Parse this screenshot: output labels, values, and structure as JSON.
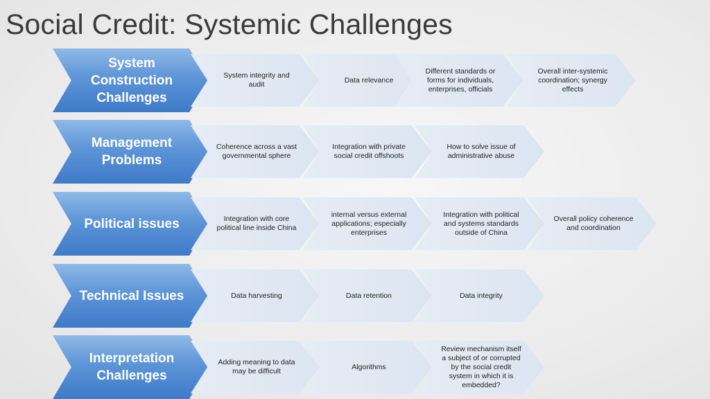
{
  "title": "Social Credit: Systemic Challenges",
  "rows": [
    {
      "header": "System Construction Challenges",
      "items": [
        "System integrity and audit",
        "Data relevance",
        "Different standards or forms for individuals, enterprises, officials",
        "Overall inter-systemic coordination; synergy effects"
      ]
    },
    {
      "header": "Management Problems",
      "items": [
        "Coherence across a vast governmental sphere",
        "Integration with private social credit offshoots",
        "How to solve issue of administrative abuse"
      ]
    },
    {
      "header": "Political issues",
      "items": [
        "Integration with core political line inside China",
        "internal versus external applications; especially enterprises",
        "Integration with political and systems standards outside of China",
        "Overall policy coherence and coordination"
      ]
    },
    {
      "header": "Technical Issues",
      "items": [
        "Data harvesting",
        "Data retention",
        "Data integrity"
      ]
    },
    {
      "header": "Interpretation Challenges",
      "items": [
        "Adding meaning to data may be difficult",
        "Algorithms",
        "Review mechanism itself a subject of or corrupted by the social credit system in which it is embedded?"
      ]
    }
  ],
  "colors": {
    "header_fill": "#4f8ad1",
    "item_fill": "#dfe7f2",
    "title_text": "#3a3a3a"
  }
}
